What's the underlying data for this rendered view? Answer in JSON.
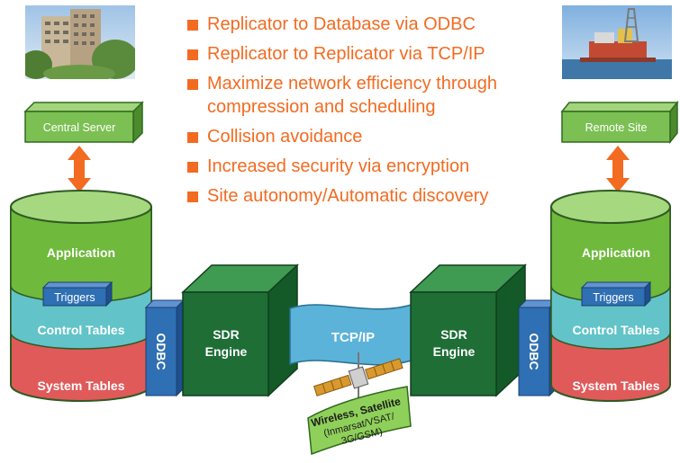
{
  "bullets": [
    {
      "text": "Replicator to Database via ODBC"
    },
    {
      "text": "Replicator to Replicator via TCP/IP"
    },
    {
      "text": "Maximize network efficiency through compression and scheduling"
    },
    {
      "text": "Collision avoidance"
    },
    {
      "text": "Increased security via encryption"
    },
    {
      "text": "Site autonomy/Automatic discovery"
    }
  ],
  "left": {
    "server_label": "Central Server",
    "db": {
      "top": "Application",
      "triggers": "Triggers",
      "middle": "Control Tables",
      "bottom": "System Tables"
    },
    "odbc": "ODBC",
    "engine_line1": "SDR",
    "engine_line2": "Engine"
  },
  "right": {
    "server_label": "Remote Site",
    "db": {
      "top": "Application",
      "triggers": "Triggers",
      "middle": "Control Tables",
      "bottom": "System Tables"
    },
    "odbc": "ODBC",
    "engine_line1": "SDR",
    "engine_line2": "Engine"
  },
  "network": {
    "banner": "TCP/IP",
    "link_lines": [
      "Wireless, Satellite",
      "(Inmarsat/VSAT/",
      "3G/GSM)"
    ]
  },
  "colors": {
    "accent": "#f26b21",
    "green": "#6fb93c",
    "teal": "#62c4c9",
    "red": "#e05a5a",
    "blue": "#2f6fb3",
    "dark_green": "#1e6e36"
  },
  "icons": {
    "photo_left": "office-building-photo",
    "photo_right": "offshore-platform-photo",
    "satellite": "satellite-icon"
  }
}
